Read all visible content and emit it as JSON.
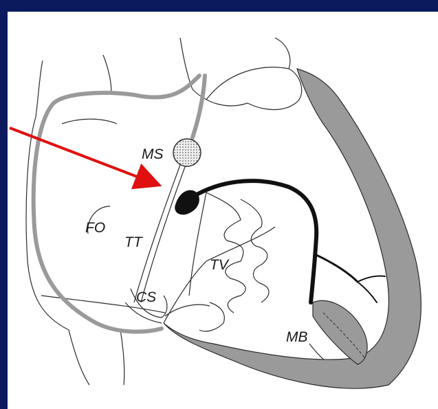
{
  "labels": {
    "ms": "MS",
    "fo": "FO",
    "tt": "TT",
    "tv": "TV",
    "cs": "CS",
    "mb": "MB"
  },
  "colors": {
    "background": "#0a1a5c",
    "panel": "#ffffff",
    "line": "#2a2a2a",
    "gray_wall": "#9a9a9a",
    "conduction": "#111111",
    "arrow": "#e01010"
  }
}
